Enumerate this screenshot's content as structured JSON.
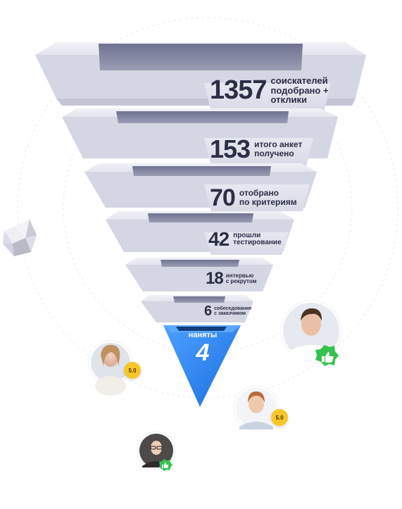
{
  "funnel": {
    "stages": [
      {
        "value": "1357",
        "label_lines": [
          "соискателей",
          "подобрано +",
          "отклики"
        ]
      },
      {
        "value": "153",
        "label_lines": [
          "итого анкет",
          "получено"
        ]
      },
      {
        "value": "70",
        "label_lines": [
          "отобрано",
          "по критериям"
        ]
      },
      {
        "value": "42",
        "label_lines": [
          "прошли",
          "тестирование"
        ]
      },
      {
        "value": "18",
        "label_lines": [
          "интервью",
          "с рекрутом"
        ]
      },
      {
        "value": "6",
        "label_lines": [
          "собеседование",
          "с заказчиком"
        ]
      }
    ],
    "hired": {
      "label": "наняты",
      "value": "4"
    }
  },
  "avatars": [
    {
      "rating": "5.0"
    },
    {
      "rating": "5.0"
    }
  ],
  "colors": {
    "stage_light": "#e8e9f2",
    "stage_side": "#c9cbdb",
    "stage_hole": "#7d8098",
    "hired_blue": "#2e86f0",
    "like_green": "#36c24e",
    "rating_yellow": "#f8c62b"
  },
  "icons": {
    "like_badge": "thumbs-up-icon",
    "gem": "polyhedron-icon"
  }
}
